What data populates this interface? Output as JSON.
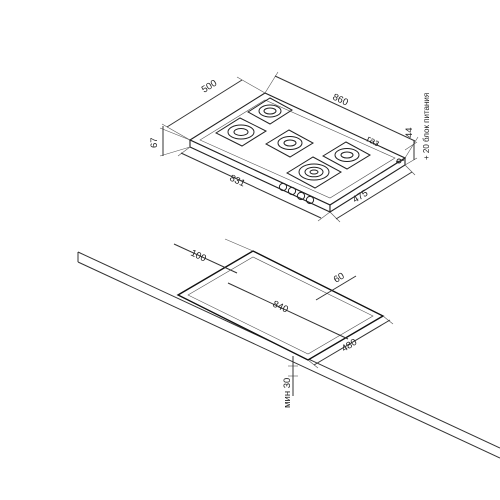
{
  "hob": {
    "dim_depth": "500",
    "dim_width": "860",
    "dim_height": "67",
    "dim_side": "44",
    "dim_front_width": "831",
    "dim_front_depth": "475",
    "label_gas": "газ",
    "label_power": "+ 20 блок питания"
  },
  "cutout": {
    "dim_back_offset": "100",
    "dim_side_offset": "60",
    "dim_width": "840",
    "dim_depth": "480",
    "dim_thickness": "мин 30"
  }
}
